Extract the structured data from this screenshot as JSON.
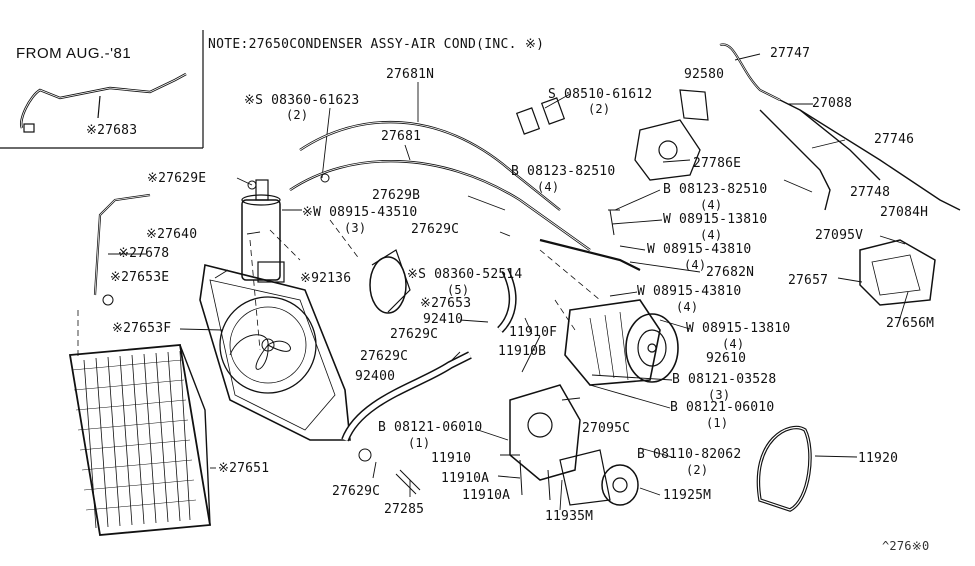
{
  "note": "NOTE:27650CONDENSER ASSY-AIR COND(INC. ※)",
  "inset": {
    "title": "FROM AUG.-'81",
    "part": "※27683"
  },
  "corner_code": "^276※0",
  "callouts": {
    "p27681N": "27681N",
    "s_08360_61623": "※S 08360-61623",
    "s_08360_61623_q": "(2)",
    "p27681": "27681",
    "p27629E": "※27629E",
    "p27629B": "27629B",
    "w_08915_43510": "※W 08915-43510",
    "w_08915_43510_q": "(3)",
    "p27629C_a": "27629C",
    "p27640": "※27640",
    "p27678": "※27678",
    "p27653E": "※27653E",
    "p92136": "※92136",
    "s_08360_52514": "※S 08360-52514",
    "s_08360_52514_q": "(5)",
    "p27653": "※27653",
    "p27653F": "※27653F",
    "p92410": "92410",
    "p11910F": "11910F",
    "p27629C_b": "27629C",
    "p11910B": "11910B",
    "p27629C_c": "27629C",
    "p92400": "92400",
    "p27747": "27747",
    "p92580": "92580",
    "p27088": "27088",
    "s_08510_61612": "S 08510-61612",
    "s_08510_61612_q": "(2)",
    "p27746": "27746",
    "p27786E": "27786E",
    "b_08123_82510_a": "B 08123-82510",
    "b_08123_82510_a_q": "(4)",
    "p27748": "27748",
    "b_08123_82510_b": "B 08123-82510",
    "b_08123_82510_b_q": "(4)",
    "p27084H": "27084H",
    "w_08915_13810_a": "W 08915-13810",
    "w_08915_13810_a_q": "(4)",
    "p27095V": "27095V",
    "w_08915_43810_a": "W 08915-43810",
    "w_08915_43810_a_q": "(4)",
    "p27682N": "27682N",
    "p27657": "27657",
    "w_08915_43810_b": "W 08915-43810",
    "w_08915_43810_b_q": "(4)",
    "p27656M": "27656M",
    "w_08915_13810_b": "W 08915-13810",
    "w_08915_13810_b_q": "(4)",
    "p92610": "92610",
    "b_08121_03528": "B 08121-03528",
    "b_08121_03528_q": "(3)",
    "b_08121_06010_a": "B 08121-06010",
    "b_08121_06010_a_q": "(1)",
    "b_08121_06010_b": "B 08121-06010",
    "b_08121_06010_b_q": "(1)",
    "p27095C": "27095C",
    "p11910": "11910",
    "b_08110_82062": "B 08110-82062",
    "b_08110_82062_q": "(2)",
    "p11920": "11920",
    "p27651": "※27651",
    "p11910A_a": "11910A",
    "p11910A_b": "11910A",
    "p11925M": "11925M",
    "p27629C_d": "27629C",
    "p11935M": "11935M",
    "p27285": "27285"
  }
}
